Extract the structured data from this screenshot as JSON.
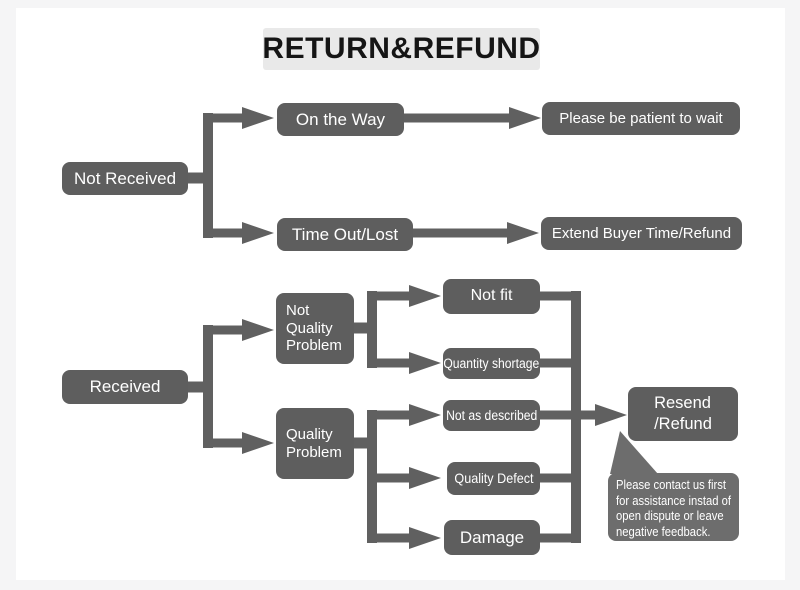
{
  "title": "RETURN&REFUND",
  "colors": {
    "page_bg": "#f5f5f6",
    "paper": "#ffffff",
    "node_fill": "#5e5e5e",
    "connector": "#606060",
    "bubble_fill": "#6d6d6d",
    "node_text": "#ffffff",
    "title_bg": "#e9e9e9",
    "title_text": "#151515"
  },
  "diagram": {
    "nodes": {
      "not_received": "Not Received",
      "on_the_way": "On the Way",
      "please_wait": "Please be patient to wait",
      "time_out_lost": "Time Out/Lost",
      "extend_refund": "Extend Buyer Time/Refund",
      "received": "Received",
      "not_quality_problem": "Not\nQuality\nProblem",
      "quality_problem": "Quality\nProblem",
      "not_fit": "Not fit",
      "quantity_shortage": "Quantity shortage",
      "not_as_described": "Not as described",
      "quality_defect": "Quality Defect",
      "damage": "Damage",
      "resend_refund": "Resend\n/Refund"
    },
    "note": "Please contact us first\nfor assistance instad of\nopen dispute or leave\nnegative feedback."
  }
}
